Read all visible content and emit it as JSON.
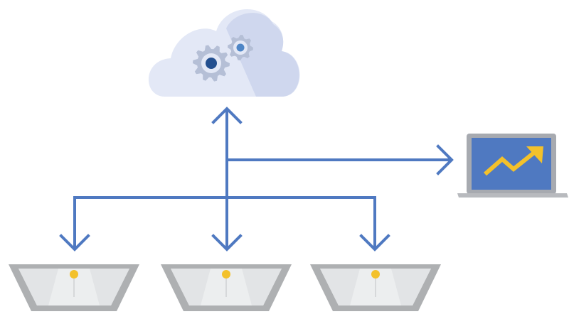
{
  "diagram": {
    "nodes": [
      {
        "id": "cloud",
        "icon": "cloud-gears-icon"
      },
      {
        "id": "laptop",
        "icon": "laptop-chart-icon"
      },
      {
        "id": "light-1",
        "icon": "ceiling-light-icon"
      },
      {
        "id": "light-2",
        "icon": "ceiling-light-icon"
      },
      {
        "id": "light-3",
        "icon": "ceiling-light-icon"
      }
    ],
    "edges": [
      {
        "from": "hub",
        "to": "cloud",
        "arrow": "both"
      },
      {
        "from": "hub",
        "to": "laptop",
        "arrow": "end"
      },
      {
        "from": "hub",
        "to": "light-1",
        "arrow": "end"
      },
      {
        "from": "hub",
        "to": "light-2",
        "arrow": "end"
      },
      {
        "from": "hub",
        "to": "light-3",
        "arrow": "end"
      }
    ]
  },
  "colors": {
    "connector": "#4f79c1",
    "cloud_light": "#e3e8f6",
    "cloud_dark": "#c9d2ec",
    "gear": "#b5bfd6",
    "gear_center": "#234f8f",
    "gear_center_small": "#4f86c6",
    "laptop_screen": "#4f79c1",
    "laptop_bezel": "#a7aab0",
    "trend_arrow": "#f3c12b",
    "fixture_frame": "#aeb0b2",
    "fixture_inner": "#eceeef",
    "led": "#f3c12b"
  }
}
